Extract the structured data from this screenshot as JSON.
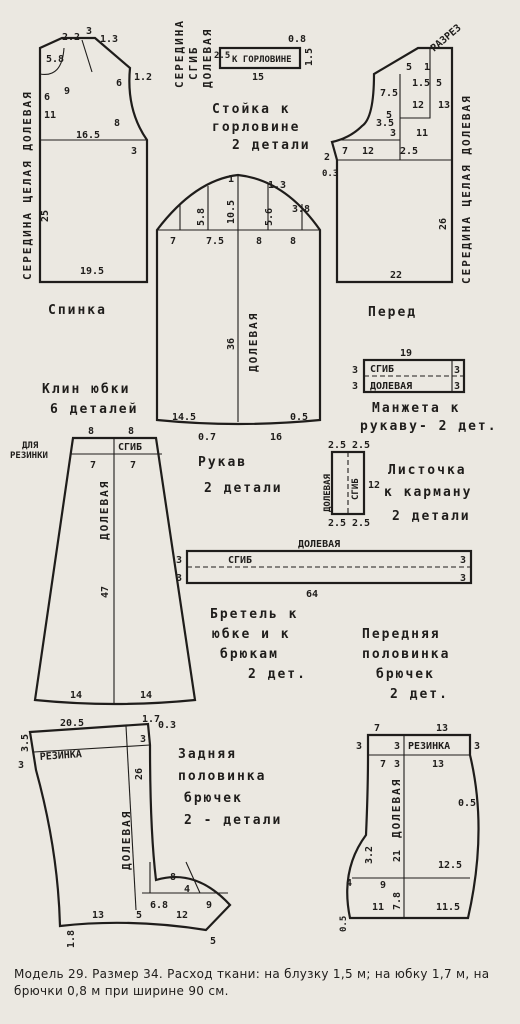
{
  "pieces": {
    "back": {
      "title": "Спинка",
      "grain": "СЕРЕДИНА ЦЕЛАЯ ДОЛЕВАЯ",
      "dims": [
        "2.2",
        "3",
        "1.3",
        "5.8",
        "6",
        "9",
        "11",
        "6",
        "1.2",
        "8",
        "16.5",
        "3",
        "25",
        "19.5"
      ]
    },
    "collar": {
      "title_line1": "Стойка к",
      "title_line2": "горловине",
      "title_line3": "2 детали",
      "side_text": [
        "СЕРЕДИНА",
        "СГИБ",
        "ДОЛЕВАЯ"
      ],
      "inner": "К ГОРЛОВИНЕ",
      "dims": [
        "0.8",
        "1.5",
        "15",
        "2.5"
      ]
    },
    "front": {
      "title": "Перед",
      "cut": "РАЗРЕЗ",
      "grain": "СЕРЕДИНА ЦЕЛАЯ ДОЛЕВАЯ",
      "dims": [
        "5",
        "1.5",
        "5",
        "7.5",
        "12",
        "13",
        "3.5",
        "5",
        "3",
        "11",
        "7",
        "12",
        "2.5",
        "0.3",
        "2",
        "26",
        "22",
        "1"
      ]
    },
    "sleeve": {
      "title_line1": "Рукав",
      "title_line2": "2 детали",
      "grain": "ДОЛЕВАЯ",
      "dims": [
        "1",
        "1.3",
        "5.8",
        "10.5",
        "5.6",
        "3.8",
        "7",
        "7.5",
        "8",
        "8",
        "36",
        "14.5",
        "0.5",
        "0.7",
        "16"
      ]
    },
    "cuff": {
      "title_line1": "Манжета к",
      "title_line2": "рукаву- 2 дет.",
      "fold": "СГИБ",
      "grain": "ДОЛЕВАЯ",
      "dims": [
        "19",
        "3",
        "3",
        "3",
        "3"
      ]
    },
    "pocket": {
      "title_line1": "Листочка",
      "title_line2": "к карману",
      "title_line3": "2 детали",
      "grain": "ДОЛЕВАЯ",
      "fold": "СГИБ",
      "dims": [
        "2.5",
        "2.5",
        "12",
        "2.5",
        "2.5"
      ]
    },
    "skirt": {
      "title_line1": "Клин юбки",
      "title_line2": "6 деталей",
      "elastic_line1": "ДЛЯ",
      "elastic_line2": "РЕЗИНКИ",
      "fold": "СГИБ",
      "grain": "ДОЛЕВАЯ",
      "dims": [
        "8",
        "8",
        "7",
        "7",
        "47",
        "14",
        "14"
      ]
    },
    "strap": {
      "title_line1": "Бретель к",
      "title_line2": "юбке и к",
      "title_line3": "брюкам",
      "title_line4": "2 дет.",
      "grain": "ДОЛЕВАЯ",
      "fold": "СГИБ",
      "dims": [
        "3",
        "3",
        "3",
        "3",
        "64"
      ]
    },
    "front_shorts": {
      "title_line1": "Передняя",
      "title_line2": "половинка",
      "title_line3": "брючек",
      "title_line4": "2 дет.",
      "elastic": "РЕЗИНКА",
      "grain": "ДОЛЕВАЯ",
      "dims": [
        "7",
        "13",
        "3",
        "3",
        "3",
        "7",
        "3",
        "13",
        "0.5",
        "3.2",
        "21",
        "12.5",
        "4",
        "9",
        "7.8",
        "11",
        "11.5",
        "0.5"
      ]
    },
    "back_shorts": {
      "title_line1": "Задняя",
      "title_line2": "половинка",
      "title_line3": "брючек",
      "title_line4": "2 - детали",
      "elastic": "РЕЗИНКА",
      "grain": "ДОЛЕВАЯ",
      "dims": [
        "20.5",
        "1.7",
        "0.3",
        "3.5",
        "3",
        "3",
        "26",
        "8",
        "4",
        "6.8",
        "9",
        "13",
        "5",
        "12",
        "1.8",
        "5"
      ]
    }
  },
  "caption": "Модель 29. Размер 34. Расход ткани: на блузку 1,5 м; на юбку 1,7 м, на брючки 0,8 м при ширине 90 см."
}
